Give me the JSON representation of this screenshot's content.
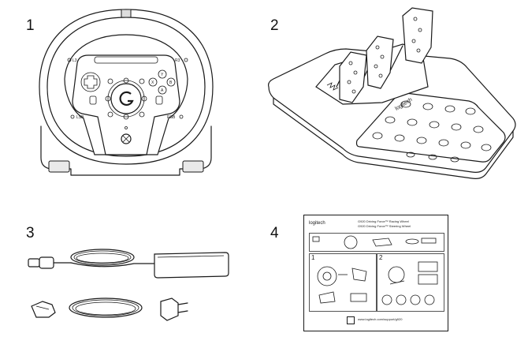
{
  "panels": [
    {
      "number": "1"
    },
    {
      "number": "2"
    },
    {
      "number": "3"
    },
    {
      "number": "4"
    }
  ],
  "wheel": {
    "button_labels": {
      "lsb": "LSB",
      "rsb": "RSB",
      "l3": "L3",
      "r3": "R3",
      "y": "Y",
      "x": "X",
      "b": "B",
      "a": "A"
    }
  },
  "pedals": {
    "brand": "logitech"
  },
  "guide": {
    "brand": "logitech",
    "title_line1": "G920 Driving Force™ Racing Wheel",
    "title_line2": "G920 Driving Force™ Steering Wheel",
    "step1": "1",
    "step2": "2",
    "footer_url": "www.logitech.com/support/g920"
  }
}
